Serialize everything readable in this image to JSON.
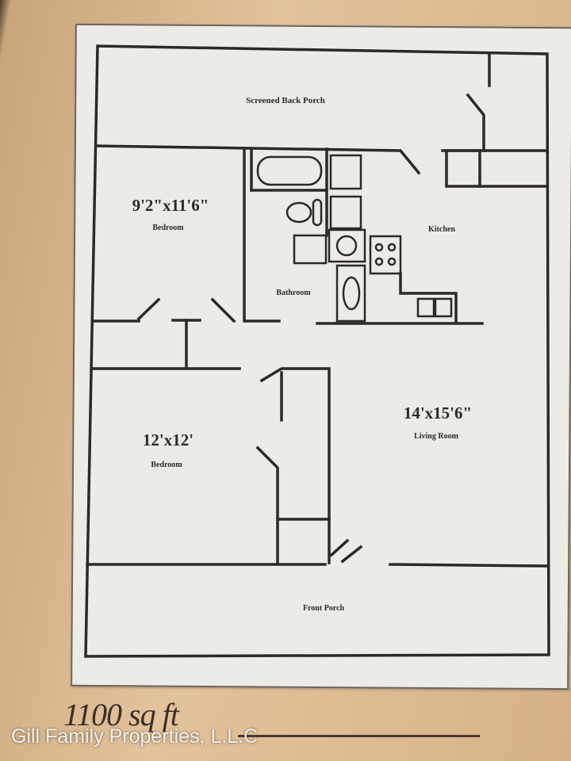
{
  "floorplan": {
    "rooms": {
      "back_porch": {
        "label": "Screened Back Porch"
      },
      "bedroom_1": {
        "dimensions": "9'2\"x11'6\"",
        "label": "Bedroom"
      },
      "kitchen": {
        "label": "Kitchen"
      },
      "bathroom": {
        "label": "Bathroom"
      },
      "bedroom_2": {
        "dimensions": "12'x12'",
        "label": "Bedroom"
      },
      "living_room": {
        "dimensions": "14'x15'6\"",
        "label": "Living Room"
      },
      "front_porch": {
        "label": "Front Porch"
      }
    },
    "area": "1100 sq ft"
  },
  "watermark": "Gill Family Properties, L.L.C"
}
